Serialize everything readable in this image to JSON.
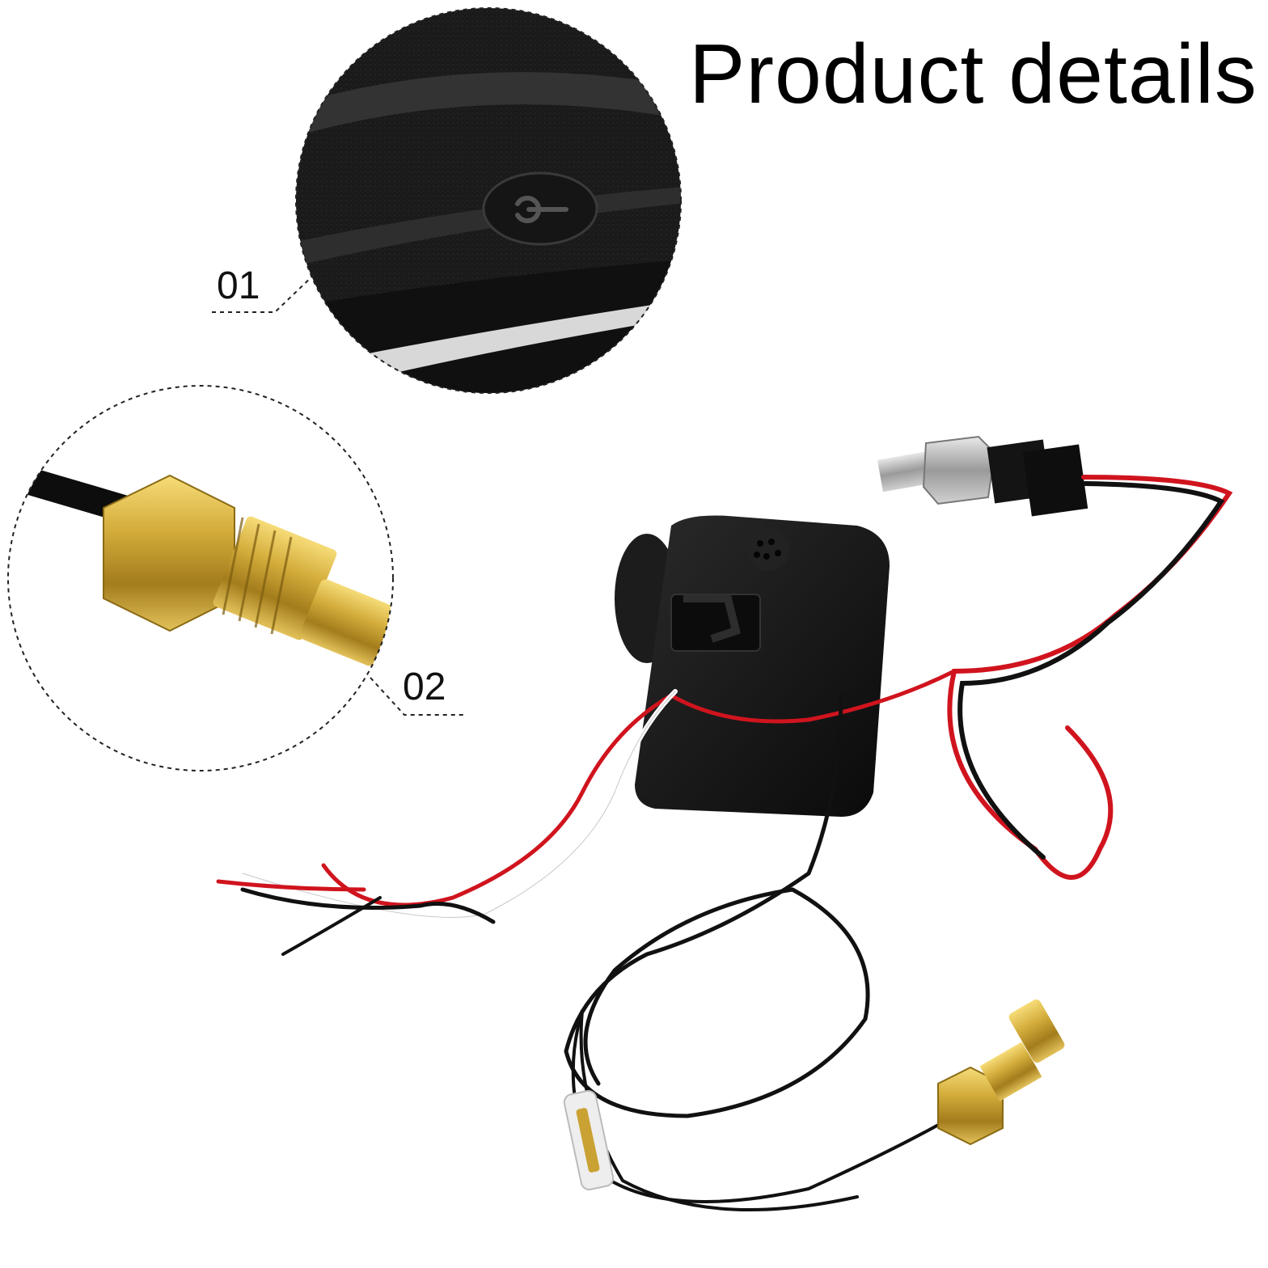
{
  "header": {
    "title": "Product details"
  },
  "callouts": [
    {
      "label": "01"
    },
    {
      "label": "02"
    }
  ],
  "colors": {
    "housing": "#141414",
    "brass": "#c9a233",
    "wire_red": "#d0141e",
    "wire_black": "#111111",
    "steel": "#b8b8b8"
  }
}
